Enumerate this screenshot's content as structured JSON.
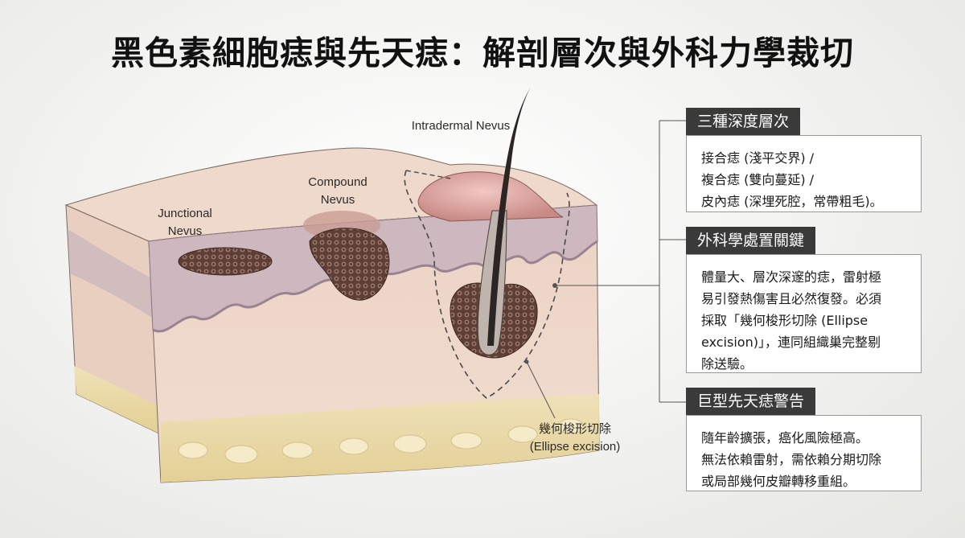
{
  "title": "黑色素細胞痣與先天痣：解剖層次與外科力學裁切",
  "illustration": {
    "labels": {
      "junctional": [
        "Junctional",
        "Nevus"
      ],
      "compound": [
        "Compound",
        "Nevus"
      ],
      "intradermal": "Intradermal Nevus",
      "ellipse": [
        "幾何梭形切除",
        "(Ellipse excision)"
      ]
    },
    "colors": {
      "epidermis": "#e7c6b2",
      "dermis": "#edd3c3",
      "fat": "#e9d9a6",
      "basement": "#b9a9b5",
      "nevus_cells": "#6d4a40",
      "hair": "#2b2623"
    }
  },
  "panels": [
    {
      "title": "三種深度層次",
      "lines": [
        "接合痣 (淺平交界) /",
        "複合痣 (雙向蔓延) /",
        "皮內痣 (深埋死腔，常帶粗毛)。"
      ]
    },
    {
      "title": "外科學處置關鍵",
      "lines": [
        "體量大、層次深邃的痣，雷射極",
        "易引發熱傷害且必然復發。必須",
        "採取「幾何梭形切除 (Ellipse",
        "excision)」，連同組織巢完整剔",
        "除送驗。"
      ]
    },
    {
      "title": "巨型先天痣警告",
      "lines": [
        "隨年齡擴張，癌化風險極高。",
        "無法依賴雷射，需依賴分期切除",
        "或局部幾何皮瓣轉移重組。"
      ]
    }
  ]
}
